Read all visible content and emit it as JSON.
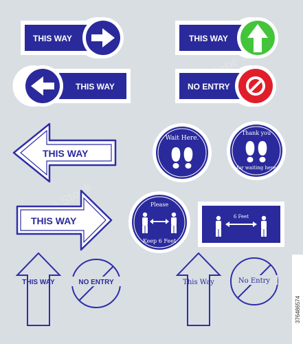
{
  "colors": {
    "background": "#d9dee2",
    "blue": "#2a2a9c",
    "outline_blue": "#2e2ea8",
    "green": "#43c43b",
    "red": "#e01e2a",
    "white": "#ffffff"
  },
  "signs": {
    "this_way_right": "THIS WAY",
    "this_way_up": "THIS WAY",
    "this_way_left": "THIS WAY",
    "no_entry_tag": "NO ENTRY",
    "big_arrow_left": "THIS WAY",
    "big_arrow_right": "THIS WAY",
    "wait_here_line1": "Wait Here.",
    "thank_you_line1": "Thank you",
    "thank_you_line2": "for waiting here",
    "please_line1": "Please",
    "please_line2": "Keep 6 Feet",
    "six_feet": "6 Feet",
    "outline_this_way_bold": "THIS WAY",
    "outline_no_entry_bold": "NO ENTRY",
    "outline_this_way_serif": "This Way",
    "outline_no_entry_serif": "No Entry"
  },
  "footer": {
    "image_id": "376486574"
  },
  "icons": [
    "arrow-right-icon",
    "arrow-up-icon",
    "arrow-left-icon",
    "no-entry-icon",
    "footprints-icon",
    "people-distance-icon"
  ]
}
